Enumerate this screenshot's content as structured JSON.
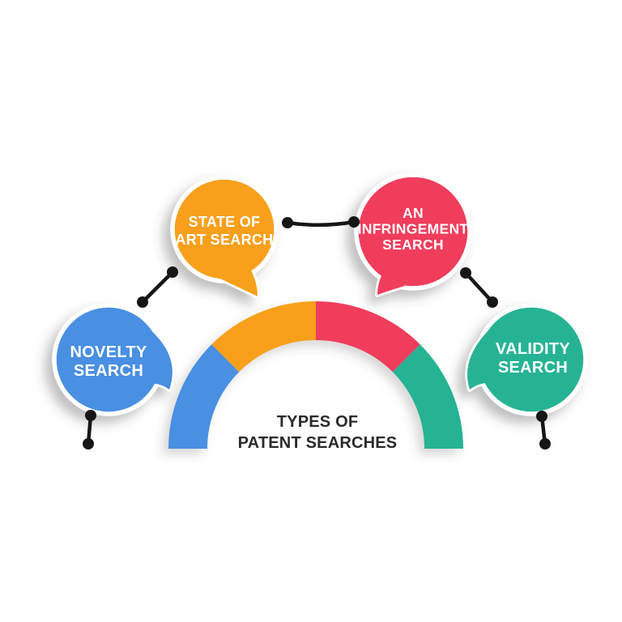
{
  "title": {
    "line1": "TYPES OF",
    "line2": "PATENT SEARCHES",
    "color": "#2B2B2B"
  },
  "colors": {
    "background": "#FFFFFF",
    "bubble_outline": "#FFFFFF",
    "bubble_text": "#FFFFFF",
    "connector": "#161616"
  },
  "bubbles": [
    {
      "name": "novelty-search",
      "lines": [
        "NOVELTY",
        "SEARCH"
      ],
      "color": "#4A8FE2"
    },
    {
      "name": "state-of-art-search",
      "lines": [
        "STATE OF",
        "ART SEARCH"
      ],
      "color": "#F8A01B"
    },
    {
      "name": "an-infringement-search",
      "lines": [
        "AN",
        "INFRINGEMENT",
        "SEARCH"
      ],
      "color": "#F03D5C"
    },
    {
      "name": "validity-search",
      "lines": [
        "VALIDITY",
        "SEARCH"
      ],
      "color": "#26B394"
    }
  ],
  "donut": {
    "type": "semicircle-donut",
    "segments": [
      {
        "label": "NOVELTY SEARCH",
        "color": "#4A8FE2",
        "sweep_deg": 45
      },
      {
        "label": "STATE OF ART SEARCH",
        "color": "#F8A01B",
        "sweep_deg": 45
      },
      {
        "label": "AN INFRINGEMENT SEARCH",
        "color": "#F03D5C",
        "sweep_deg": 45
      },
      {
        "label": "VALIDITY SEARCH",
        "color": "#26B394",
        "sweep_deg": 45
      }
    ]
  }
}
